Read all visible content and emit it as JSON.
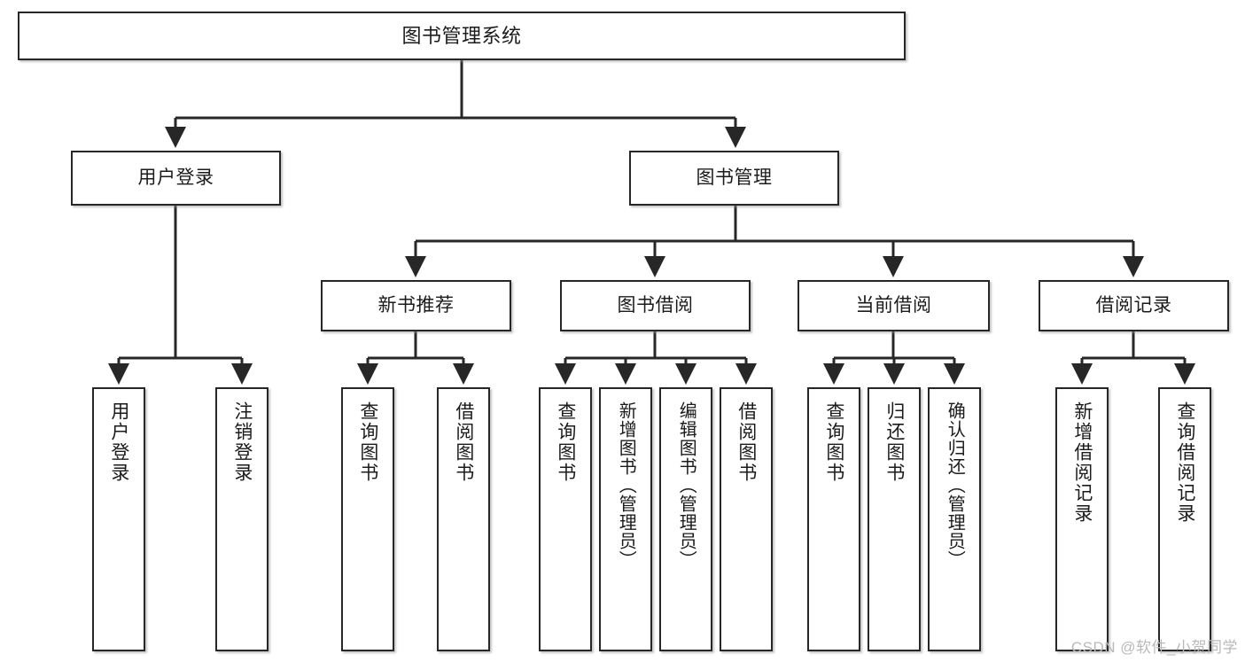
{
  "diagram": {
    "type": "tree-hierarchy",
    "title": "图书管理系统",
    "colors": {
      "box_border": "#272727",
      "box_fill": "#ffffff",
      "connector": "#272727",
      "text": "#1b1b1b",
      "watermark": "#b9b9b9",
      "background": "#ffffff"
    },
    "watermark": "CSDN @软件_小贺同学",
    "root": {
      "label": "图书管理系统"
    },
    "level2": [
      {
        "label": "用户登录"
      },
      {
        "label": "图书管理"
      }
    ],
    "level3": [
      {
        "label": "新书推荐"
      },
      {
        "label": "图书借阅"
      },
      {
        "label": "当前借阅"
      },
      {
        "label": "借阅记录"
      }
    ],
    "leaves": {
      "user_login": [
        {
          "label": "用户登录"
        },
        {
          "label": "注销登录"
        }
      ],
      "new_book_recommend": [
        {
          "label": "查询图书"
        },
        {
          "label": "借阅图书"
        }
      ],
      "book_borrow": [
        {
          "label": "查询图书"
        },
        {
          "label": "新增图书（管理员）"
        },
        {
          "label": "编辑图书（管理员）"
        },
        {
          "label": "借阅图书"
        }
      ],
      "current_borrow": [
        {
          "label": "查询图书"
        },
        {
          "label": "归还图书"
        },
        {
          "label": "确认归还（管理员）"
        }
      ],
      "borrow_record": [
        {
          "label": "新增借阅记录"
        },
        {
          "label": "查询借阅记录"
        }
      ]
    }
  }
}
